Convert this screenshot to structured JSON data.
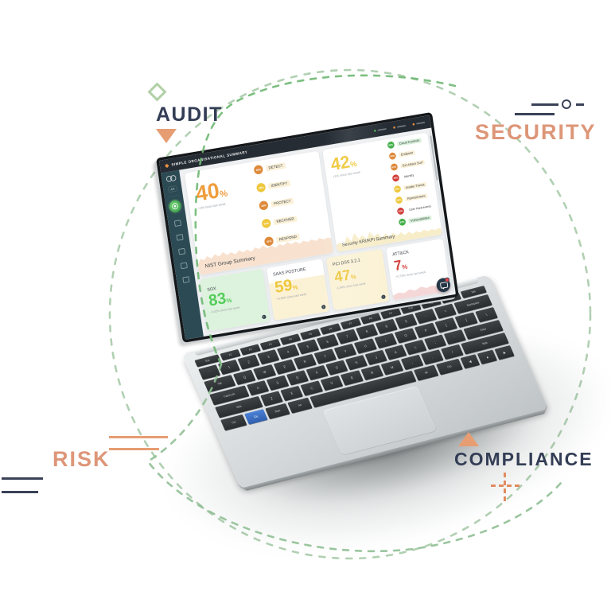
{
  "scene": {
    "labels": {
      "audit": "AUDIT",
      "security": "SECURITY",
      "risk": "RISK",
      "compliance": "COMPLIANCE"
    },
    "colors": {
      "salmon": "#dd9678",
      "navy": "#333d55",
      "dash_green": "#8fbf94",
      "triangle_orange": "#e79d72"
    }
  },
  "dashboard": {
    "topbar": {
      "title": "SIMPLE ORGANISATIONAL SUMMARY",
      "menu": [
        {
          "dot": "#4cae50"
        },
        {
          "dot": "#e8913f"
        },
        {
          "dot": "#e8913f"
        }
      ]
    },
    "sidebar": {
      "badge": "AH",
      "icons": [
        "grid-icon",
        "bar-chart-icon",
        "list-icon",
        "layers-icon",
        "sliders-icon"
      ]
    },
    "info_glyph": "i",
    "cards": {
      "nist": {
        "title": "NIST Group Summary",
        "value": "40",
        "unit": "%",
        "subtitle": "+1% since last week",
        "badges": [
          {
            "label": "DETECT",
            "value": "30%",
            "color": "#de8a3b",
            "highlight": "#fbf1d8"
          },
          {
            "label": "IDENTIFY",
            "value": "48%",
            "color": "#eec73c",
            "highlight": "#fbf1d8"
          },
          {
            "label": "PROTECT",
            "value": "34%",
            "color": "#de8a3b",
            "highlight": "#fbf1d8"
          },
          {
            "label": "RECOVER",
            "value": "54%",
            "color": "#eec73c",
            "highlight": "#fbf1d8"
          },
          {
            "label": "RESPOND",
            "value": "37%",
            "color": "#de8a3b",
            "highlight": "#fbf1d8"
          }
        ]
      },
      "kri": {
        "title": "Security KRI/KPI Summary",
        "value": "42",
        "unit": "%",
        "subtitle": "+1% since last week",
        "badges": [
          {
            "label": "Cloud Controls",
            "value": "98%",
            "color": "#44b04a",
            "highlight": "#d9f1da"
          },
          {
            "label": "Endpoint",
            "value": "64%",
            "color": "#de8a3b",
            "highlight": "#fbf1d8"
          },
          {
            "label": "Ext Attack Surf",
            "value": "61%",
            "color": "#de8a3b",
            "highlight": "#fbf1d8"
          },
          {
            "label": "Identity",
            "value": "35%",
            "color": "#d2403c",
            "highlight": "#ffffff"
          },
          {
            "label": "Insider Threat",
            "value": "59%",
            "color": "#eec73c",
            "highlight": "#fbf1d8"
          },
          {
            "label": "Ransomware",
            "value": "58%",
            "color": "#eec73c",
            "highlight": "#fbf1d8"
          },
          {
            "label": "User Awareness",
            "value": "32%",
            "color": "#d2403c",
            "highlight": "#ffffff"
          },
          {
            "label": "Vulnerabilities",
            "value": "97%",
            "color": "#44b04a",
            "highlight": "#d9f1da"
          }
        ]
      },
      "sox": {
        "title": "SOX",
        "value": "83",
        "unit": "%",
        "subtitle": "-0.02% since last week"
      },
      "saas": {
        "title": "SAAS POSTURE",
        "value": "59",
        "unit": "%",
        "subtitle": "+0.02% since last week"
      },
      "pci": {
        "title": "PCI DSS 3.2.1",
        "value": "47",
        "unit": "%",
        "subtitle": "-1.04% since last week"
      },
      "attack": {
        "title": "ATT&CK",
        "value": "7",
        "unit": "%",
        "subtitle": "+0.76% since last week"
      }
    }
  },
  "keyboard": {
    "rows": [
      [
        "Esc",
        "F1",
        "F2",
        "F3",
        "F4",
        "F5",
        "F6",
        "F7",
        "F8",
        "F9",
        "F10",
        "F11",
        "F12",
        "Del"
      ],
      [
        "`",
        "1",
        "2",
        "3",
        "4",
        "5",
        "6",
        "7",
        "8",
        "9",
        "0",
        "-",
        "=",
        "Backspace"
      ],
      [
        "Tab",
        "Q",
        "W",
        "E",
        "R",
        "T",
        "Y",
        "U",
        "I",
        "O",
        "P",
        "[",
        "]",
        "\\"
      ],
      [
        "CapsLock",
        "A",
        "S",
        "D",
        "F",
        "G",
        "H",
        "J",
        "K",
        "L",
        ";",
        "'",
        "Enter"
      ],
      [
        "Shift",
        "Z",
        "X",
        "C",
        "V",
        "B",
        "N",
        "M",
        ",",
        ".",
        "/",
        "Shift"
      ],
      [
        "Ctrl",
        "Fn",
        "Start",
        "Alt",
        "",
        "Alt",
        "Ctrl",
        "◀",
        "▲",
        "▶"
      ]
    ]
  }
}
